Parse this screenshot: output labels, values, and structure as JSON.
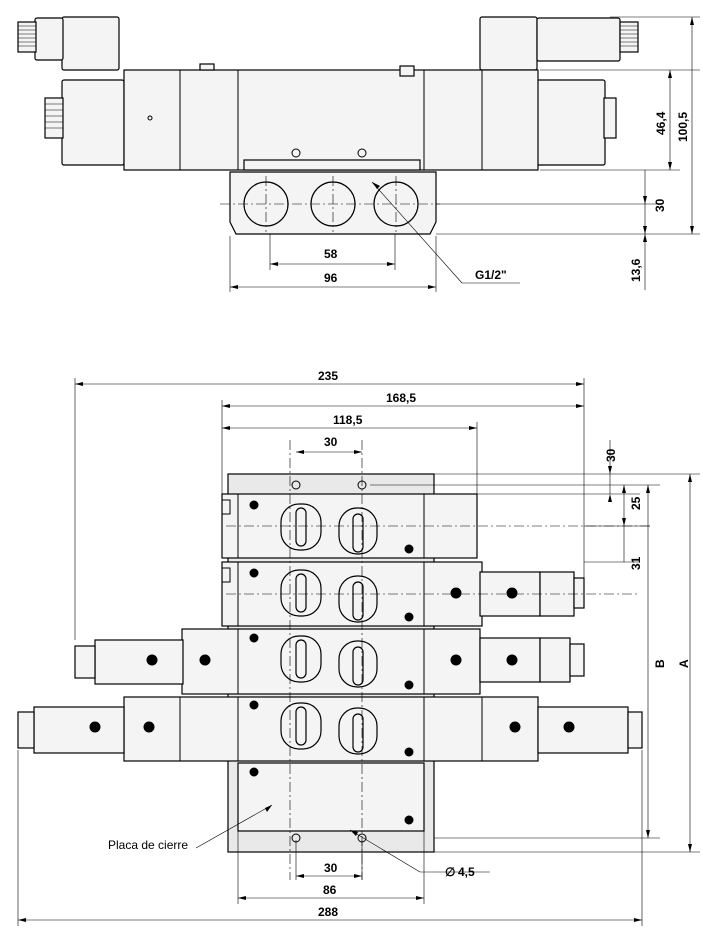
{
  "top_view": {
    "dims": {
      "d_58": "58",
      "d_96": "96",
      "d_46_4": "46,4",
      "d_100_5": "100,5",
      "d_30": "30",
      "d_13_6": "13,6"
    },
    "port_thread_label": "G1/2\""
  },
  "manifold_view": {
    "dims": {
      "d_235": "235",
      "d_168_5": "168,5",
      "d_118_5": "118,5",
      "d_30_top": "30",
      "d_30_right": "30",
      "d_25": "25",
      "d_31": "31",
      "d_B": "B",
      "d_A": "A",
      "d_30_bottom": "30",
      "d_86": "86",
      "d_288": "288",
      "d_hole": "4,5"
    },
    "hole_diameter_symbol": "∅",
    "end_plate_label": "Placa de cierre"
  }
}
